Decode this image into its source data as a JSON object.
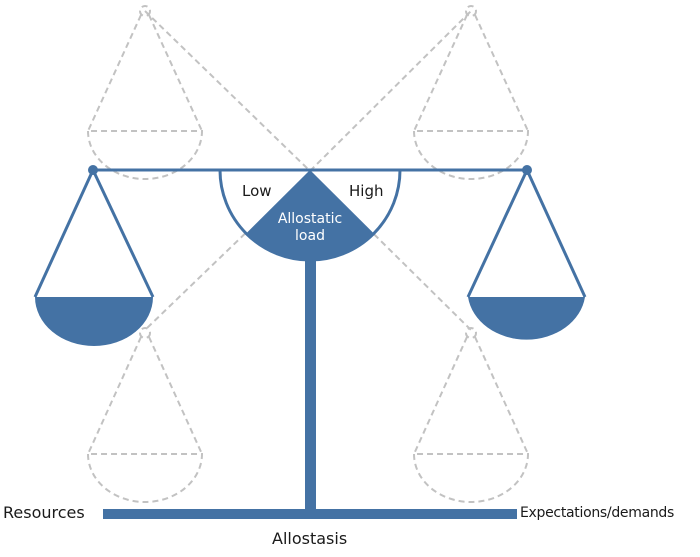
{
  "labels": {
    "left_base": "Resources",
    "right_base": "Expectations/demands",
    "bottom_center": "Allostasis",
    "gauge_low": "Low",
    "gauge_high": "High",
    "gauge_center_line1": "Allostatic",
    "gauge_center_line2": "load"
  },
  "colors": {
    "primary": "#4472a4",
    "dashed": "#c2c2c2",
    "text": "#1a1a1a",
    "text_on_primary": "#ffffff"
  }
}
